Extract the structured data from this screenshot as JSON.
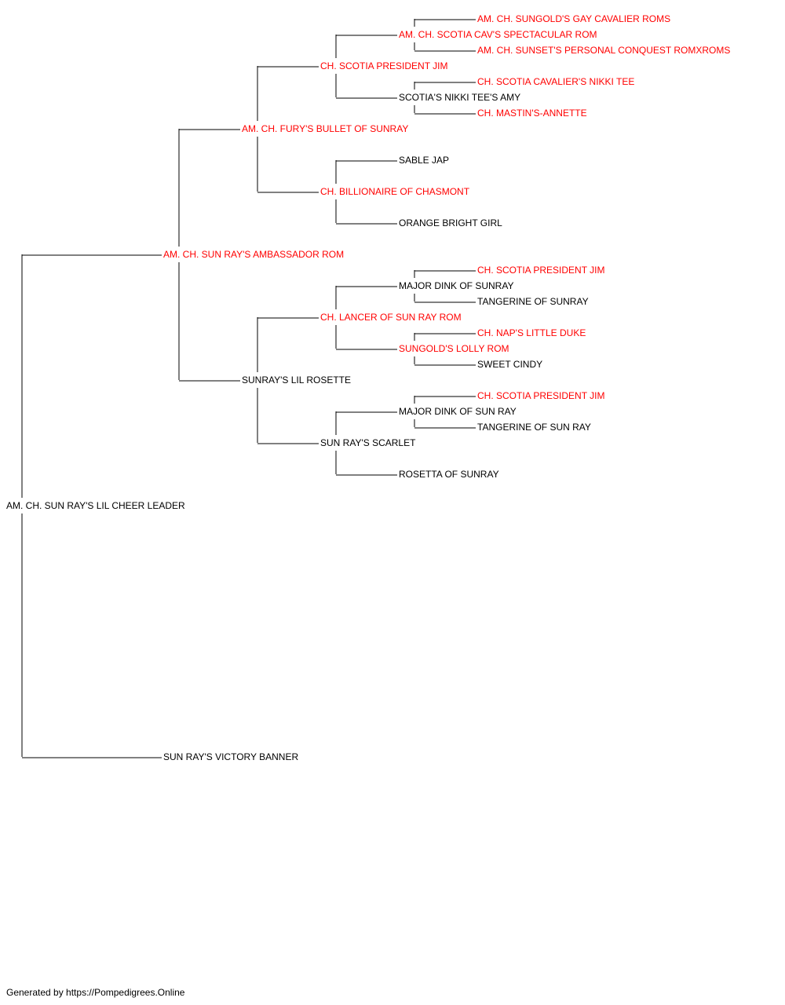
{
  "colors": {
    "champion": "#ff0000",
    "regular": "#000000",
    "connector": "#000000"
  },
  "pedigree": {
    "subject": "AM. CH. SUN RAY'S LIL CHEER LEADER",
    "sire": {
      "name": "AM. CH. SUN RAY'S AMBASSADOR ROM",
      "champion": true,
      "sire": {
        "name": "AM. CH. FURY'S BULLET OF SUNRAY",
        "champion": true,
        "sire": {
          "name": "CH. SCOTIA PRESIDENT JIM",
          "champion": true,
          "sire": {
            "name": "AM. CH. SCOTIA CAV'S SPECTACULAR ROM",
            "champion": true,
            "sire": {
              "name": "AM. CH. SUNGOLD'S GAY CAVALIER ROMS",
              "champion": true
            },
            "dam": {
              "name": "AM. CH. SUNSET'S PERSONAL CONQUEST ROMXROMS",
              "champion": true
            }
          },
          "dam": {
            "name": "SCOTIA'S NIKKI TEE'S AMY",
            "champion": false,
            "sire": {
              "name": "CH. SCOTIA CAVALIER'S NIKKI TEE",
              "champion": true
            },
            "dam": {
              "name": "CH. MASTIN'S-ANNETTE",
              "champion": true
            }
          }
        },
        "dam": {
          "name": "CH. BILLIONAIRE OF CHASMONT",
          "champion": true,
          "sire": {
            "name": "SABLE JAP",
            "champion": false
          },
          "dam": {
            "name": "ORANGE BRIGHT GIRL",
            "champion": false
          }
        }
      },
      "dam": {
        "name": "SUNRAY'S LIL ROSETTE",
        "champion": false,
        "sire": {
          "name": "CH. LANCER OF SUN RAY ROM",
          "champion": true,
          "sire": {
            "name": "MAJOR DINK OF SUNRAY",
            "champion": false,
            "sire": {
              "name": "CH. SCOTIA PRESIDENT JIM",
              "champion": true
            },
            "dam": {
              "name": "TANGERINE OF SUNRAY",
              "champion": false
            }
          },
          "dam": {
            "name": "SUNGOLD'S LOLLY ROM",
            "champion": true,
            "sire": {
              "name": "CH. NAP'S LITTLE DUKE",
              "champion": true
            },
            "dam": {
              "name": "SWEET CINDY",
              "champion": false
            }
          }
        },
        "dam": {
          "name": "SUN RAY'S SCARLET",
          "champion": false,
          "sire": {
            "name": "MAJOR DINK OF SUN RAY",
            "champion": false,
            "sire": {
              "name": "CH. SCOTIA PRESIDENT JIM",
              "champion": true
            },
            "dam": {
              "name": "TANGERINE OF SUN RAY",
              "champion": false
            }
          },
          "dam": {
            "name": "ROSETTA OF SUNRAY",
            "champion": false
          }
        }
      }
    },
    "dam": {
      "name": "SUN RAY'S VICTORY BANNER",
      "champion": false
    }
  },
  "footer": "Generated by https://Pompedigrees.Online"
}
